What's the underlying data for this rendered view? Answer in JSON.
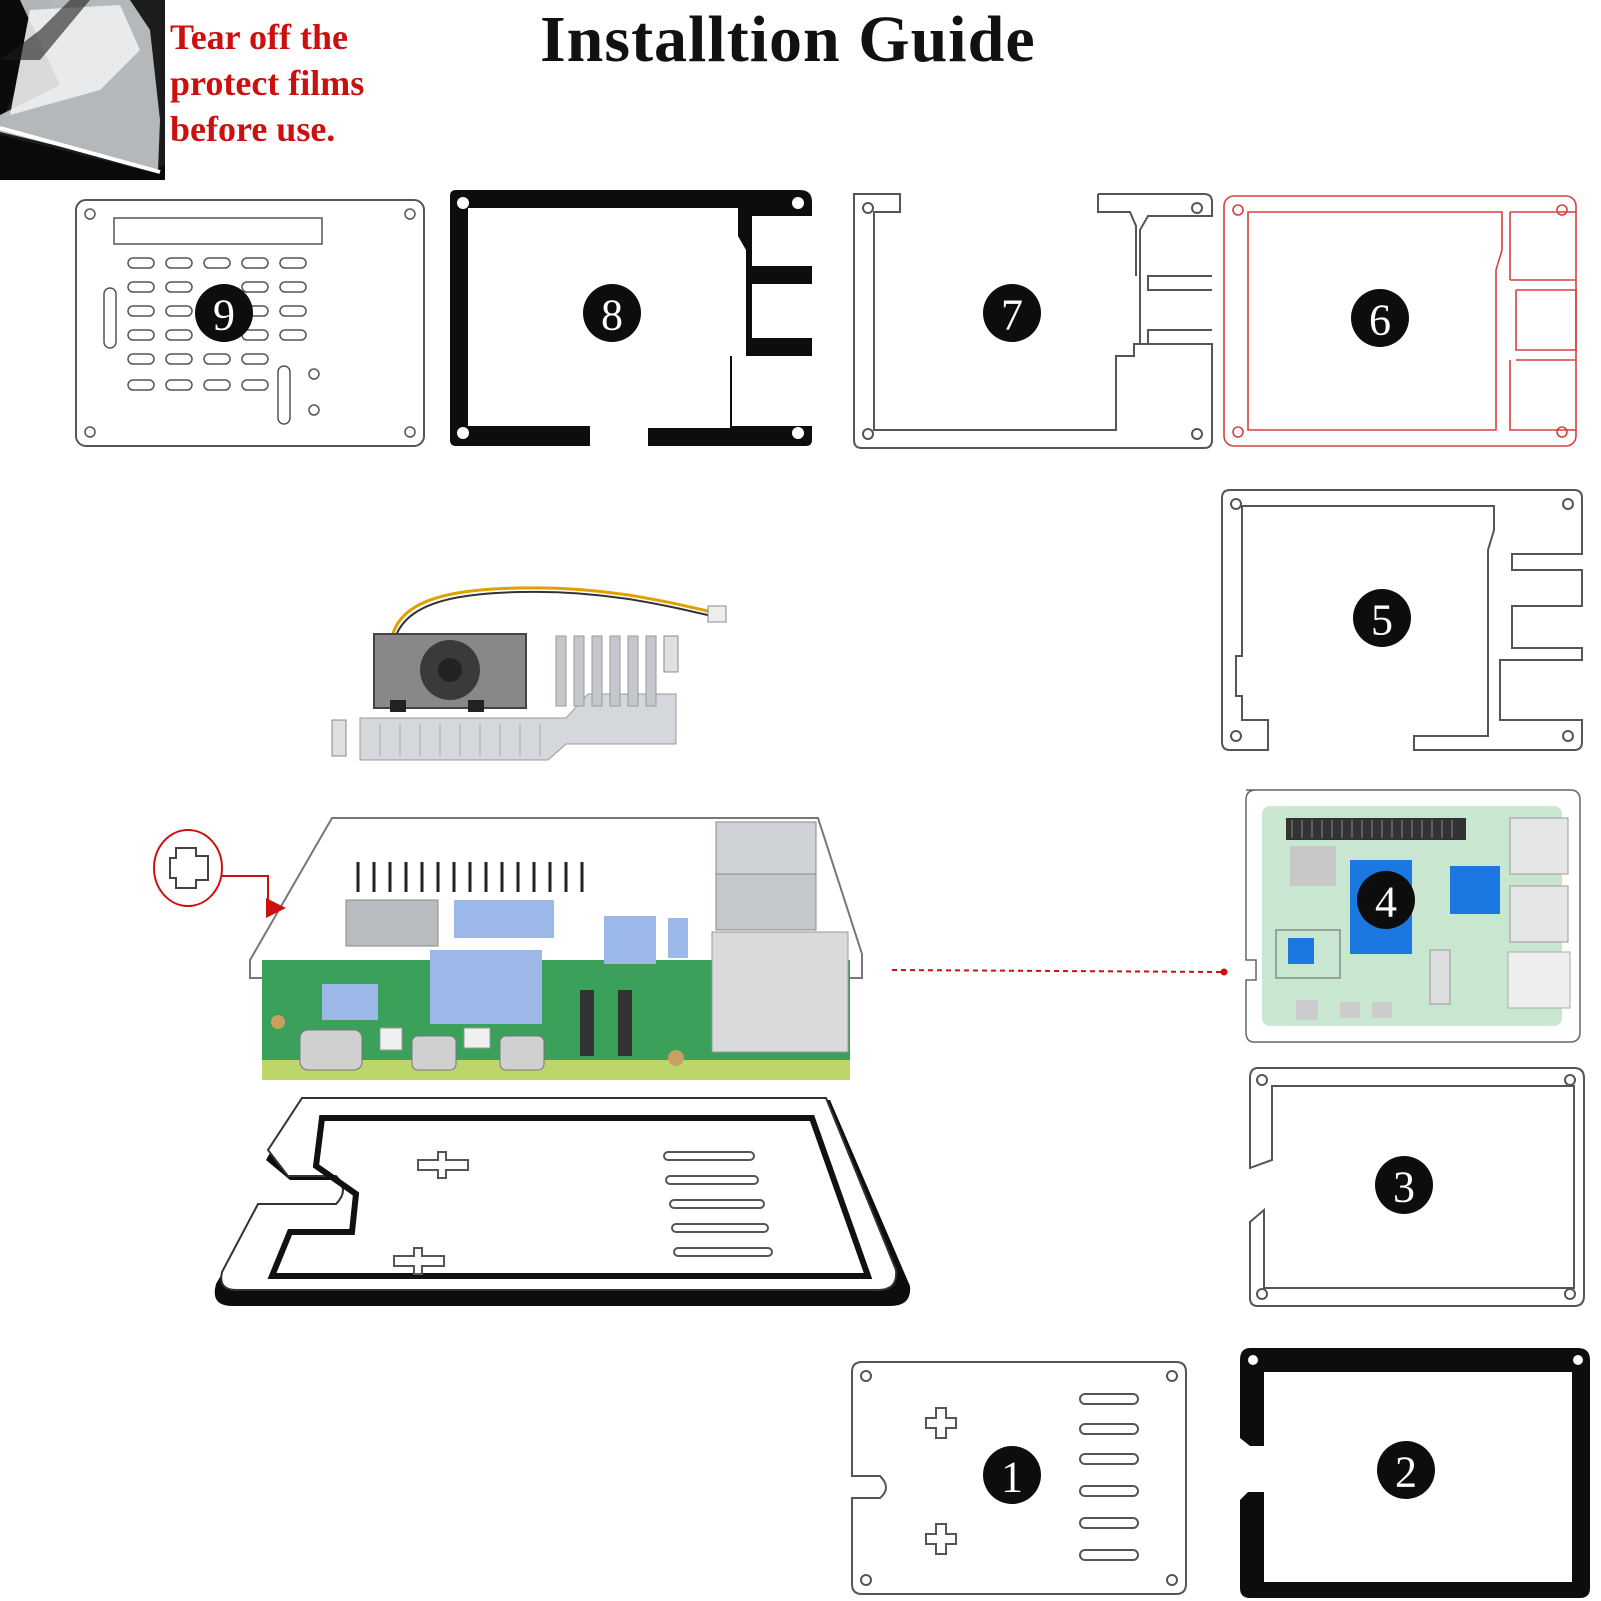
{
  "title": "Installtion Guide",
  "film_note": {
    "lines": [
      "Tear off the",
      "protect films",
      "before use."
    ],
    "color": "#cc1010"
  },
  "parts": [
    {
      "number": "1",
      "name": "bottom-plate"
    },
    {
      "number": "2",
      "name": "black-bottom-frame"
    },
    {
      "number": "3",
      "name": "clear-frame-layer-3"
    },
    {
      "number": "4",
      "name": "raspberry-pi-board"
    },
    {
      "number": "5",
      "name": "clear-frame-layer-5"
    },
    {
      "number": "6",
      "name": "red-outline-frame"
    },
    {
      "number": "7",
      "name": "clear-frame-layer-7"
    },
    {
      "number": "8",
      "name": "black-top-frame"
    },
    {
      "number": "9",
      "name": "top-vented-plate"
    }
  ],
  "colors": {
    "accent_red": "#cc1010",
    "board_green": "#3aa05a",
    "thermal_pad": "#9bb8e8",
    "heatsink": "#c9ccd0",
    "connector_blue": "#1a78e0"
  },
  "icons": [
    "fan-heatsink-icon",
    "raspberry-pi-board-icon",
    "callout-arrow-icon",
    "protective-film-icon"
  ]
}
